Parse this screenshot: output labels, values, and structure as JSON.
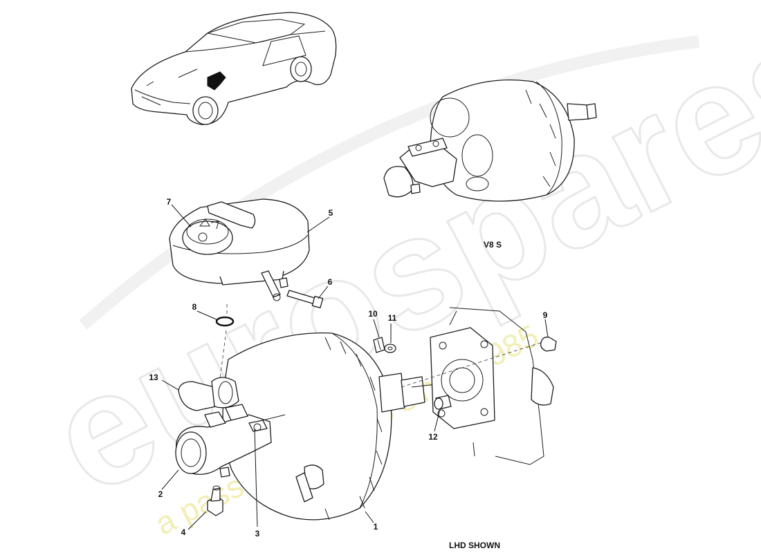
{
  "watermark": {
    "brand": "eurospares",
    "tagline": "a passion for parts since 1985",
    "colors": {
      "brand_outline": "#d6d6d6",
      "tagline": "#e9e17a"
    }
  },
  "captions": {
    "variant": "V8 S",
    "note": "LHD SHOWN"
  },
  "callouts": [
    {
      "id": "c1",
      "label": "1"
    },
    {
      "id": "c2",
      "label": "2"
    },
    {
      "id": "c3",
      "label": "3"
    },
    {
      "id": "c4",
      "label": "4"
    },
    {
      "id": "c5",
      "label": "5"
    },
    {
      "id": "c6",
      "label": "6"
    },
    {
      "id": "c7",
      "label": "7"
    },
    {
      "id": "c8",
      "label": "8"
    },
    {
      "id": "c9",
      "label": "9"
    },
    {
      "id": "c10",
      "label": "10"
    },
    {
      "id": "c11",
      "label": "11"
    },
    {
      "id": "c12",
      "label": "12"
    },
    {
      "id": "c13",
      "label": "13"
    }
  ],
  "icons": {
    "car": "car-locator-icon"
  }
}
